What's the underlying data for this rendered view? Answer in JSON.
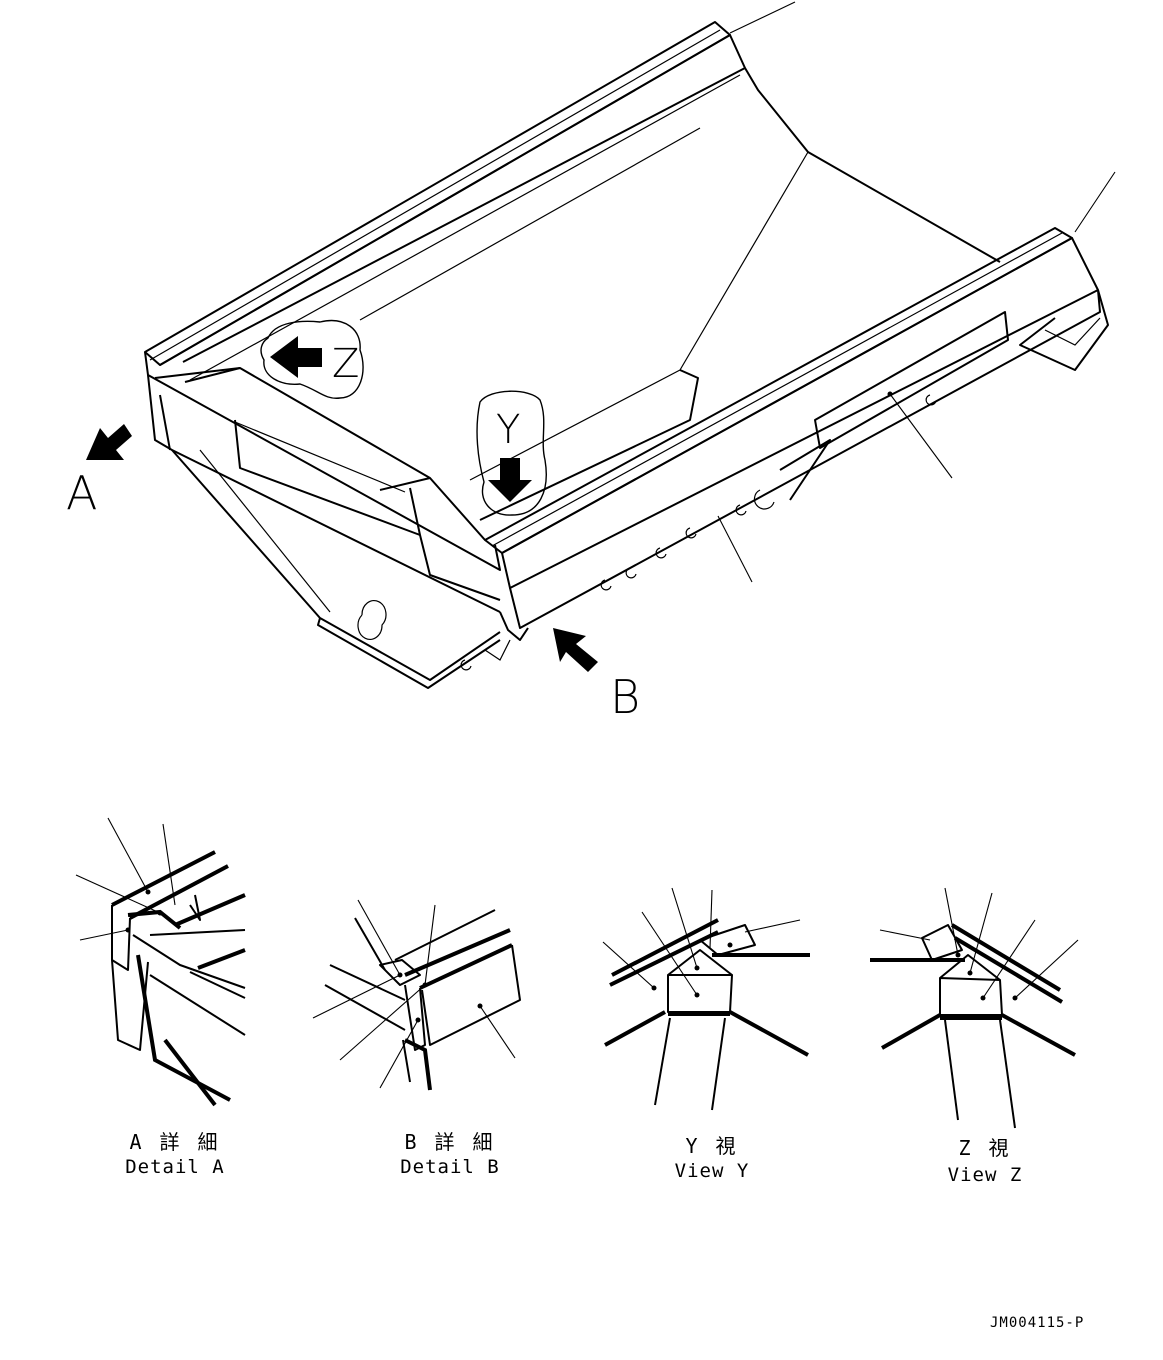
{
  "labels": {
    "arrow_a": "A",
    "arrow_b": "B",
    "view_y": "Y",
    "view_z": "Z"
  },
  "captions": [
    {
      "jp": "A 詳 細",
      "en": "Detail A"
    },
    {
      "jp": "B 詳 細",
      "en": "Detail B"
    },
    {
      "jp": "Y  視",
      "en": "View Y"
    },
    {
      "jp": "Z  視",
      "en": "View Z"
    }
  ],
  "drawing_code": "JM004115-P"
}
